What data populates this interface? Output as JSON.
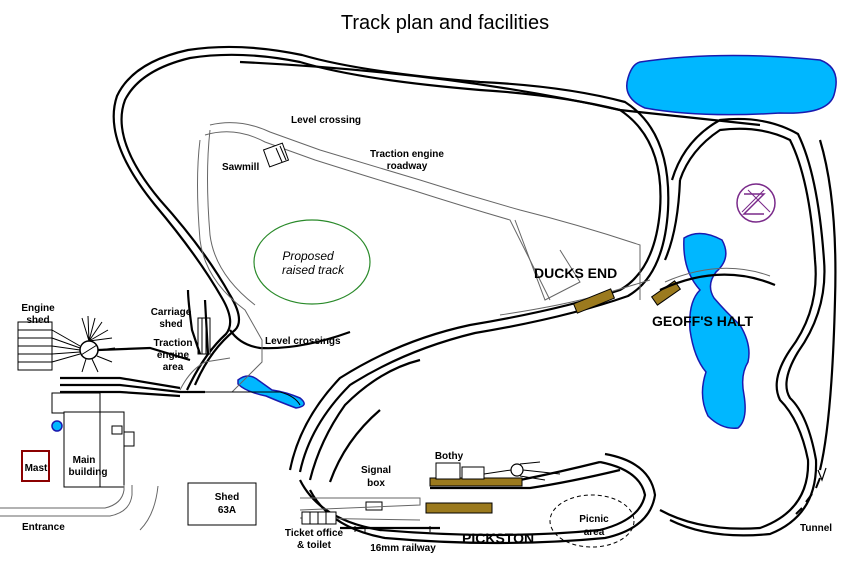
{
  "title": "Track plan and facilities",
  "labels": {
    "level_crossing": "Level crossing",
    "traction_engine_roadway": [
      "Traction engine",
      "roadway"
    ],
    "sawmill": "Sawmill",
    "proposed_raised_track": [
      "Proposed",
      "raised track"
    ],
    "ducks_end": "DUCKS END",
    "geoffs_halt": "GEOFF'S HALT",
    "engine_shed": [
      "Engine",
      "shed"
    ],
    "carriage_shed": [
      "Carriage",
      "shed"
    ],
    "traction_engine_area": [
      "Traction",
      "engine",
      "area"
    ],
    "level_crossings": "Level crossings",
    "mast": "Mast",
    "main_building": [
      "Main",
      "building"
    ],
    "entrance": "Entrance",
    "shed_63a": [
      "Shed",
      "63A"
    ],
    "signal_box": [
      "Signal",
      "box"
    ],
    "bothy": "Bothy",
    "ticket_office": [
      "Ticket office",
      "& toilet"
    ],
    "railway_16mm": "16mm railway",
    "pickston": "PICKSTON",
    "picnic_area": [
      "Picnic",
      "area"
    ],
    "tunnel": "Tunnel"
  },
  "colors": {
    "water": "#00b7ff",
    "water_edge": "#1a1ab0",
    "platform": "#9b7a1e",
    "proposed_track": "#2a8a2a",
    "mast_border": "#8b0000",
    "logo": "#7a2a8a"
  },
  "icons": {
    "logo": "zeta-logo-icon",
    "turntable": "turntable-icon"
  }
}
